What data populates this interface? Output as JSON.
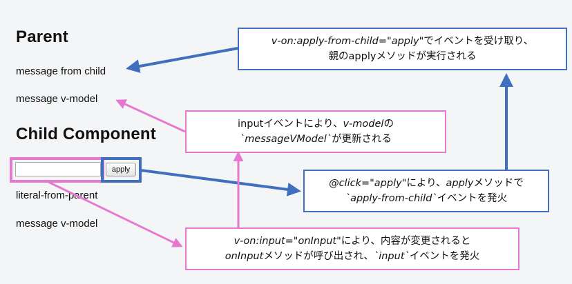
{
  "parent": {
    "heading": "Parent",
    "message_from_child": "message from child",
    "message_v_model": "message v-model"
  },
  "child": {
    "heading": "Child Component",
    "input_value": "",
    "apply_label": "apply",
    "literal_from_parent": "literal-from-parent",
    "message_v_model": "message v-model"
  },
  "callouts": {
    "apply_from_child": {
      "l1_code": "v-on:apply-from-child=\"apply\"",
      "l1_rest": "でイベントを受け取り、",
      "l2": "親のapplyメソッドが実行される"
    },
    "input_event": {
      "l1_a": "inputイベントにより、",
      "l1_code": "v-model",
      "l1_b": "の",
      "l2_code": "`messageVModel`",
      "l2_rest": "が更新される"
    },
    "click_apply": {
      "l1_code": "@click=\"apply\"",
      "l1_a": "により、",
      "l1_code2": "apply",
      "l1_b": "メソッドで",
      "l2_code": "`apply-from-child`",
      "l2_rest": "イベントを発火"
    },
    "on_input": {
      "l1_code": "v-on:input=\"onInput\"",
      "l1_rest": "により、内容が変更されると",
      "l2_code": "onInput",
      "l2_a": "メソッドが呼び出され、",
      "l2_code2": "`input`",
      "l2_b": "イベントを発火"
    }
  },
  "colors": {
    "blue": "#3f6fbe",
    "pink": "#e679cf",
    "background": "#f4f5f7"
  }
}
